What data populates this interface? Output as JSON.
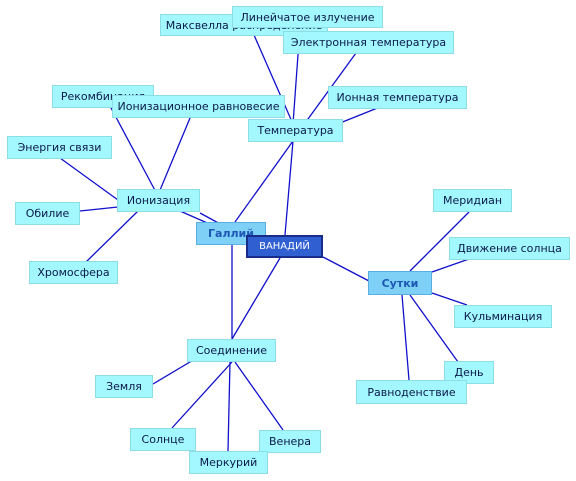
{
  "colors": {
    "node": "#a3f7ff",
    "secondary": "#7fd0f7",
    "center": "#2f5fd0",
    "line": "#1010cc"
  },
  "diagram": {
    "center": "ВАНАДИЙ",
    "gallium": "Галлий",
    "sutki": "Сутки",
    "temperature": "Температура",
    "ionization": "Ионизация",
    "compound": "Соединение",
    "maxwell": "Максвелла распределение",
    "line_radiation": "Линейчатое излучение",
    "electron_temp": "Электронная температура",
    "ion_temp": "Ионная температура",
    "ion_equilibrium": "Ионизационное равновесие",
    "recombination": "Рекомбинация",
    "binding_energy": "Энергия связи",
    "abundance": "Обилие",
    "chromosphere": "Хромосфера",
    "meridian": "Меридиан",
    "sun_motion": "Движение солнца",
    "culmination": "Кульминация",
    "day": "День",
    "equinox": "Равноденствие",
    "earth": "Земля",
    "sun": "Солнце",
    "mercury": "Меркурий",
    "venus": "Венера"
  }
}
